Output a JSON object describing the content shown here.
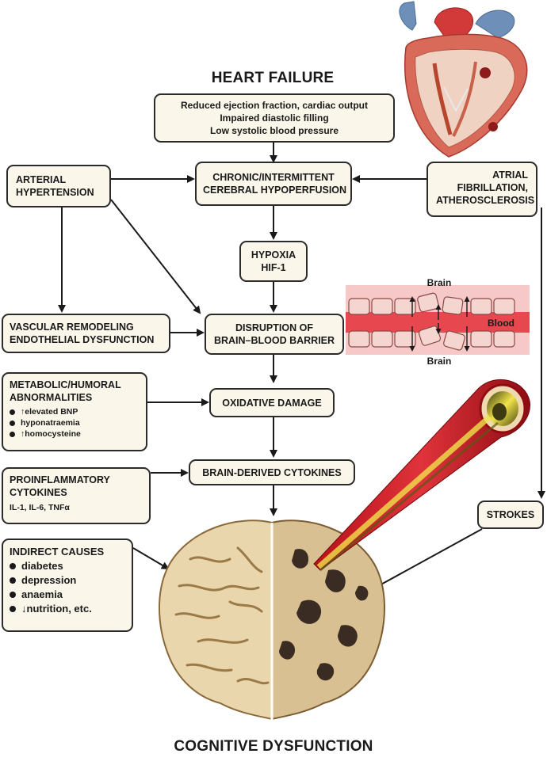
{
  "title": "HEART FAILURE",
  "footer_title": "COGNITIVE DYSFUNCTION",
  "boxes": {
    "heart_failure_causes": [
      "Reduced ejection fraction, cardiac output",
      "Impaired diastolic filling",
      "Low systolic blood pressure"
    ],
    "arterial_hypertension": [
      "ARTERIAL",
      "HYPERTENSION"
    ],
    "hypoperfusion": [
      "CHRONIC/INTERMITTENT",
      "CEREBRAL HYPOPERFUSION"
    ],
    "atrial_fibrillation": [
      "ATRIAL",
      "FIBRILLATION,",
      "ATHEROSCLEROSIS"
    ],
    "hypoxia": [
      "HYPOXIA",
      "HIF-1"
    ],
    "vascular_remodeling": [
      "VASCULAR REMODELING",
      "ENDOTHELIAL DYSFUNCTION"
    ],
    "bbb_disruption": [
      "DISRUPTION OF",
      "BRAIN–BLOOD BARRIER"
    ],
    "metabolic": {
      "title": [
        "METABOLIC/HUMORAL",
        "ABNORMALITIES"
      ],
      "items": [
        "↑elevated BNP",
        "hyponatraemia",
        "↑homocysteine"
      ]
    },
    "oxidative_damage": "OXIDATIVE DAMAGE",
    "proinflammatory": [
      "PROINFLAMMATORY",
      "CYTOKINES",
      "IL-1, IL-6, TNFα"
    ],
    "brain_cytokines": "BRAIN-DERIVED CYTOKINES",
    "strokes": "STROKES",
    "indirect": {
      "title": "INDIRECT CAUSES",
      "items": [
        "diabetes",
        "depression",
        "anaemia",
        "↓nutrition, etc."
      ]
    }
  },
  "barrier_diagram": {
    "top_label": "Brain",
    "middle_label": "Blood",
    "bottom_label": "Brain"
  },
  "colors": {
    "box_fill": "#fbf6ea",
    "box_border": "#2b2b2b",
    "blood": "#d9343c",
    "cell": "#f3ccc6",
    "brain_healthy": "#e8d6b0",
    "brain_damaged": "#d9c49a",
    "plaque": "#e2d22a"
  }
}
